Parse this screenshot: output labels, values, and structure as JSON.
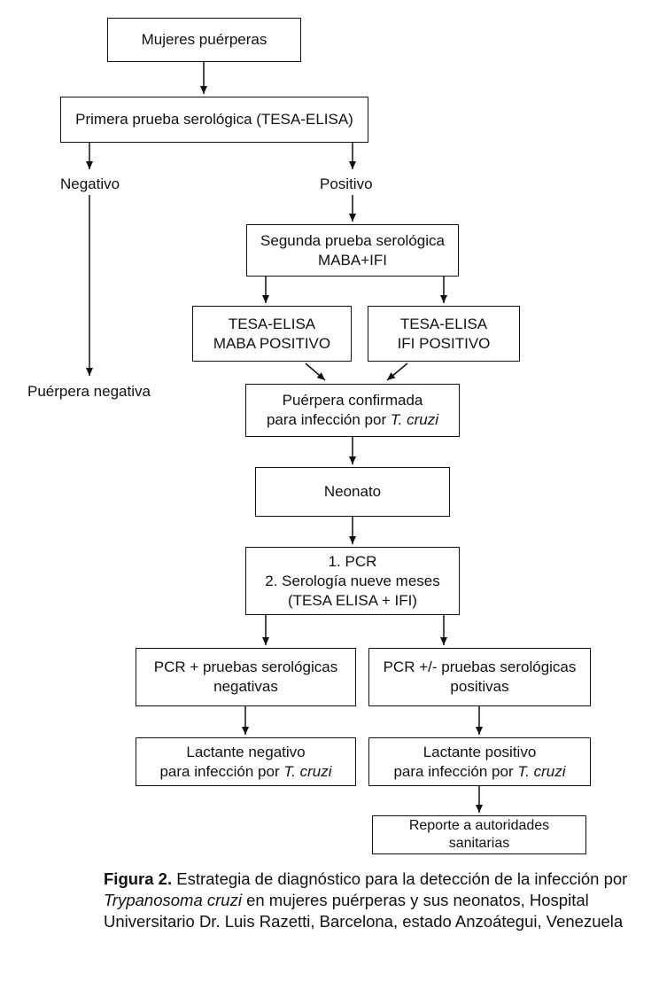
{
  "nodes": {
    "mujeres": "Mujeres puérperas",
    "primera": "Primera prueba serológica (TESA-ELISA)",
    "negativo": "Negativo",
    "positivo": "Positivo",
    "segunda_l1": "Segunda prueba serológica",
    "segunda_l2": "MABA+IFI",
    "maba_l1": "TESA-ELISA",
    "maba_l2": "MABA POSITIVO",
    "ifi_l1": "TESA-ELISA",
    "ifi_l2": "IFI POSITIVO",
    "puerpera_negativa": "Puérpera negativa",
    "confirmada_l1": "Puérpera confirmada",
    "confirmada_l2_pre": "para infección por ",
    "confirmada_l2_it": "T. cruzi",
    "neonato": "Neonato",
    "pcr_l1": "1. PCR",
    "pcr_l2": "2. Serología nueve meses",
    "pcr_l3": "(TESA ELISA + IFI)",
    "neg_tests_l1": "PCR + pruebas serológicas",
    "neg_tests_l2": "negativas",
    "pos_tests_l1": "PCR +/- pruebas serológicas",
    "pos_tests_l2": "positivas",
    "lact_neg_l1": "Lactante negativo",
    "lact_neg_l2_pre": "para infección por ",
    "lact_neg_l2_it": "T. cruzi",
    "lact_pos_l1": "Lactante positivo",
    "lact_pos_l2_pre": "para infección por ",
    "lact_pos_l2_it": "T. cruzi",
    "reporte_l1": "Reporte a autoridades",
    "reporte_l2": "sanitarias"
  },
  "caption": {
    "label": "Figura 2.",
    "text_1": " Estrategia de diagnóstico para la detección de la infección por ",
    "species": "Trypanosoma cruzi",
    "text_2": " en mujeres puérperas y sus neonatos, Hospital Universitario Dr. Luis Razetti, Barcelona, estado Anzoátegui, Venezuela"
  }
}
